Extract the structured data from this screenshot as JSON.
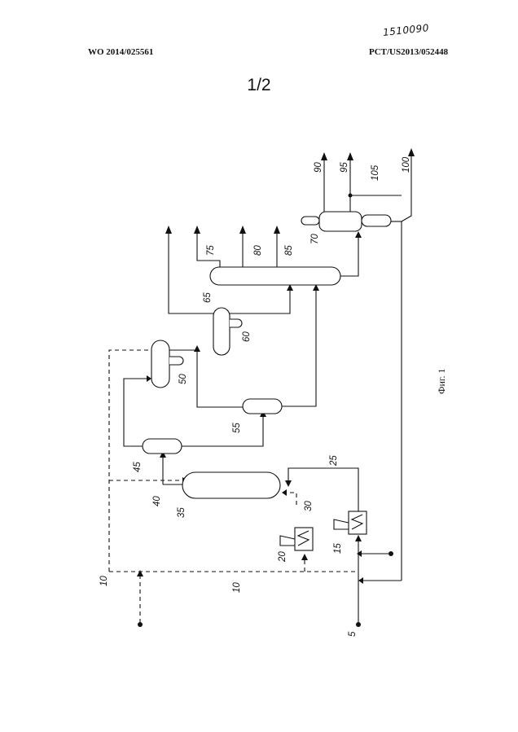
{
  "header": {
    "publication_number": "WO 2014/025561",
    "application_number": "PCT/US2013/052448",
    "handwritten_number": "1510090"
  },
  "sheet_number": "1/2",
  "figure_caption": "Фиг. 1",
  "stream_labels": {
    "s5": "5",
    "s10a": "10",
    "s10b": "10",
    "s15": "15",
    "s20": "20",
    "s25": "25",
    "s30": "30",
    "s35": "35",
    "s40": "40",
    "s45": "45",
    "s50": "50",
    "s55": "55",
    "s60": "60",
    "s65": "65",
    "s70": "70",
    "s75": "75",
    "s80": "80",
    "s85": "85",
    "s90": "90",
    "s95": "95",
    "s100": "100",
    "s105": "105"
  }
}
